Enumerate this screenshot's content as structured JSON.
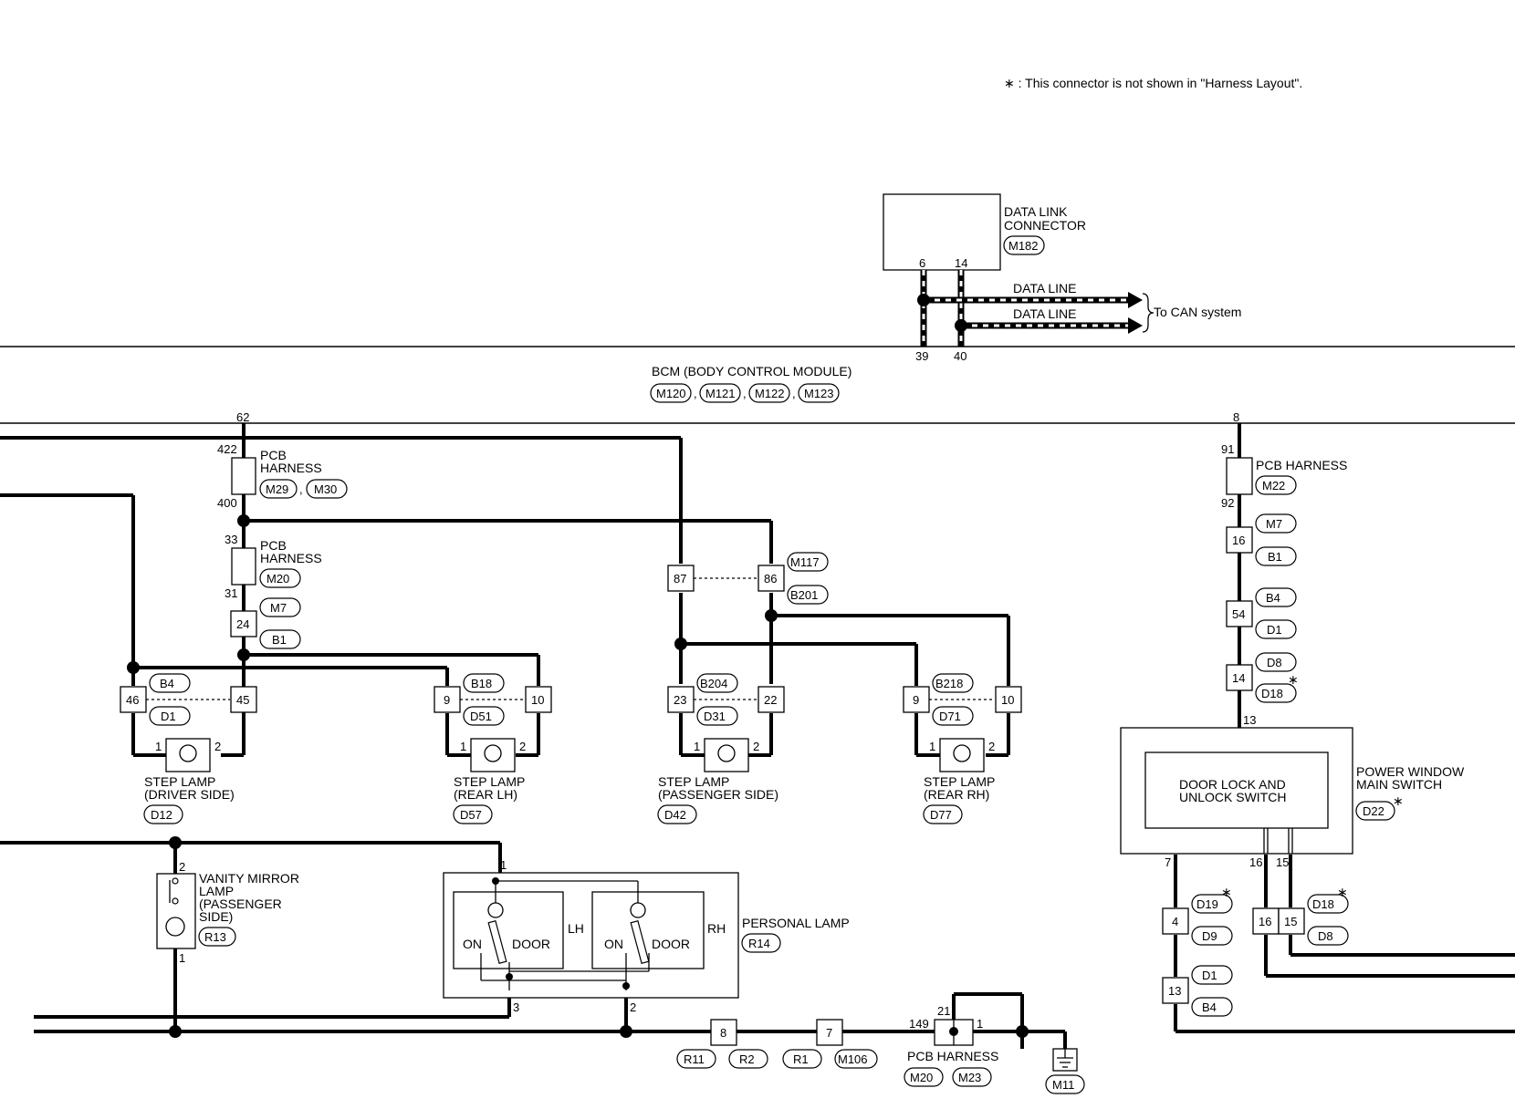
{
  "note": "∗ : This connector is not shown in \"Harness Layout\".",
  "data_link": {
    "name_lines": [
      "DATA LINK",
      "CONNECTOR"
    ],
    "code": "M182",
    "pins": [
      "6",
      "14"
    ],
    "line_labels": [
      "DATA LINE",
      "DATA LINE"
    ],
    "can_label": "To CAN system"
  },
  "bcm": {
    "name": "BCM (BODY CONTROL MODULE)",
    "codes": [
      "M120",
      "M121",
      "M122",
      "M123"
    ],
    "separator": ",",
    "pins": [
      "39",
      "40",
      "62",
      "8"
    ]
  },
  "left_branch": {
    "pcb1_lines": [
      "PCB",
      "HARNESS"
    ],
    "pcb1_codes": [
      "M29",
      "M30"
    ],
    "pcb1_pins": [
      "422",
      "400"
    ],
    "pcb2_lines": [
      "PCB",
      "HARNESS"
    ],
    "pcb2_code": "M20",
    "pcb2_pins": [
      "33",
      "31"
    ],
    "conn_pin": "24",
    "conn_codes": [
      "M7",
      "B1"
    ]
  },
  "mid_conn": {
    "pins": [
      "87",
      "86"
    ],
    "codes": [
      "M117",
      "B201"
    ]
  },
  "step_lamps": [
    {
      "pins": [
        "46",
        "45"
      ],
      "codes": [
        "B4",
        "D1"
      ],
      "lamp_pins": [
        "1",
        "2"
      ],
      "name_lines": [
        "STEP LAMP",
        "(DRIVER SIDE)"
      ],
      "code": "D12"
    },
    {
      "pins": [
        "9",
        "10"
      ],
      "codes": [
        "B18",
        "D51"
      ],
      "lamp_pins": [
        "1",
        "2"
      ],
      "name_lines": [
        "STEP LAMP",
        "(REAR LH)"
      ],
      "code": "D57"
    },
    {
      "pins": [
        "23",
        "22"
      ],
      "codes": [
        "B204",
        "D31"
      ],
      "lamp_pins": [
        "1",
        "2"
      ],
      "name_lines": [
        "STEP LAMP",
        "(PASSENGER SIDE)"
      ],
      "code": "D42"
    },
    {
      "pins": [
        "9",
        "10"
      ],
      "codes": [
        "B218",
        "D71"
      ],
      "lamp_pins": [
        "1",
        "2"
      ],
      "name_lines": [
        "STEP LAMP",
        "(REAR RH)"
      ],
      "code": "D77"
    }
  ],
  "vanity": {
    "name_lines": [
      "VANITY MIRROR",
      "LAMP",
      "(PASSENGER",
      "SIDE)"
    ],
    "code": "R13",
    "pins": [
      "2",
      "1"
    ]
  },
  "personal": {
    "name": "PERSONAL LAMP",
    "code": "R14",
    "sides": [
      "LH",
      "RH"
    ],
    "on": "ON",
    "door": "DOOR",
    "pins": [
      "1",
      "3",
      "2"
    ]
  },
  "ground_chain": {
    "conn1_pin": "8",
    "conn1_codes": [
      "R11",
      "R2"
    ],
    "conn2_pin": "7",
    "conn2_codes": [
      "R1",
      "M106"
    ],
    "pcb_label": "PCB HARNESS",
    "pcb_codes": [
      "M20",
      "M23"
    ],
    "pcb_pins": [
      "149",
      "21",
      "1"
    ],
    "ground_code": "M11"
  },
  "right_branch": {
    "pcb_label": "PCB HARNESS",
    "pcb_code": "M22",
    "pcb_pins": [
      "91",
      "92"
    ],
    "c1_pin": "16",
    "c1_codes": [
      "M7",
      "B1"
    ],
    "c2_pin": "54",
    "c2_codes": [
      "B4",
      "D1"
    ],
    "c3_pin": "14",
    "c3_codes": [
      "D8",
      "D18"
    ],
    "switch_pin_in": "13",
    "switch_inner_lines": [
      "DOOR LOCK AND",
      "UNLOCK SWITCH"
    ],
    "switch_name_lines": [
      "POWER WINDOW",
      "MAIN SWITCH"
    ],
    "switch_code": "D22",
    "switch_out_pins": [
      "7",
      "16",
      "15"
    ],
    "c4_pin": "4",
    "c4_codes": [
      "D19",
      "D9"
    ],
    "c5_pins": [
      "16",
      "15"
    ],
    "c5_codes": [
      "D18",
      "D8"
    ],
    "c6_pin": "13",
    "c6_codes": [
      "D1",
      "B4"
    ],
    "star": "∗"
  }
}
